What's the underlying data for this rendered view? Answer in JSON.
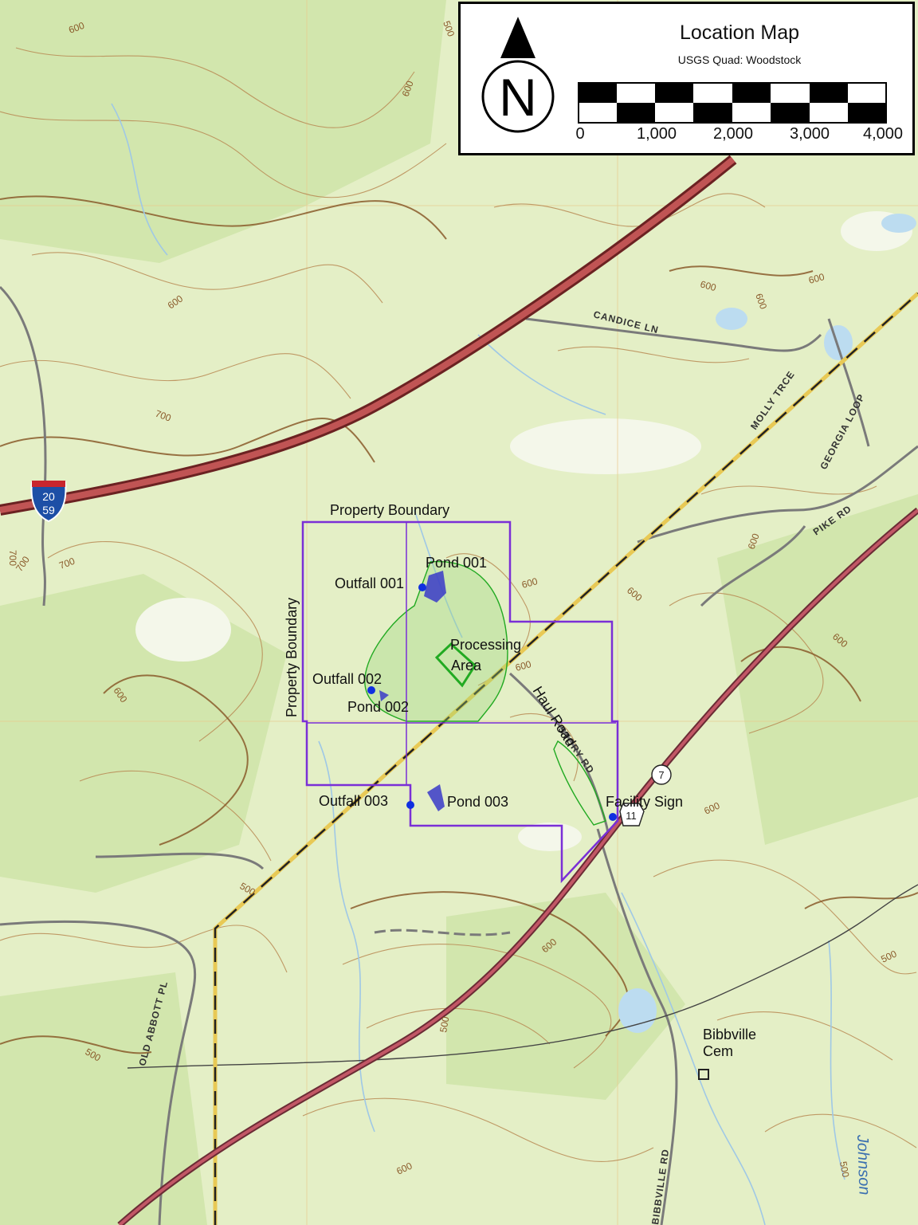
{
  "legend": {
    "title": "Location Map",
    "subtitle": "USGS Quad:  Woodstock",
    "north_letter": "N",
    "scale_ticks": [
      "0",
      "1,000",
      "2,000",
      "3,000",
      "4,000"
    ]
  },
  "features": {
    "property_boundary_top": "Property Boundary",
    "property_boundary_left": "Property Boundary",
    "pond_001": "Pond 001",
    "outfall_001": "Outfall 001",
    "processing_area_line1": "Processing",
    "processing_area_line2": "Area",
    "outfall_002": "Outfall 002",
    "pond_002": "Pond 002",
    "haul_road": "Haul Road",
    "outfall_003": "Outfall 003",
    "pond_003": "Pond 003",
    "facility_sign": "Facility Sign",
    "cemetery_line1": "Bibbville",
    "cemetery_line2": "Cem"
  },
  "roads": {
    "candice_ln": "CANDICE LN",
    "molly_trce": "MOLLY TRCE",
    "georgia_loop": "GEORGIA LOOP",
    "pike_rd": "PIKE RD",
    "story_rd": "STORY RD",
    "old_abbott_pl": "OLD ABBOTT PL",
    "bibbville_rd": "BIBBVILLE RD",
    "interstate_top": "20",
    "interstate_bottom": "59",
    "us_route": "11",
    "state_route": "7"
  },
  "water": {
    "creek": "Johnson"
  },
  "contours": {
    "c600": "600",
    "c700": "700",
    "c500": "500"
  },
  "colors": {
    "map_bg": "#e4efc6",
    "woodland": "#d2e6ad",
    "contour": "#b98a54",
    "index_contour": "#8a5a2a",
    "stream": "#9fc8e6",
    "interstate": "#a34a4a",
    "us_highway": "#b04a57",
    "local_road": "#7a7a7a",
    "property_boundary": "#7a2fd6",
    "disturbed_area": "#22aa22",
    "outfall_point": "#1030e0",
    "county_line": "#e8c955"
  }
}
